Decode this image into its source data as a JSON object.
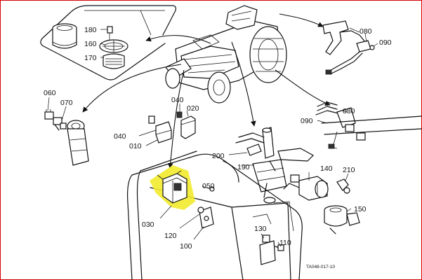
{
  "highlight_color": "#f2ea2c",
  "callouts": {
    "c180": "180",
    "c160": "160",
    "c170": "170",
    "c060": "060",
    "c070": "070",
    "c080_top": "080",
    "c090_top": "090",
    "c040_a": "040",
    "c020": "020",
    "c040_b": "040",
    "c010": "010",
    "c080_right": "080",
    "c090_right": "090",
    "c200": "200",
    "c190": "190",
    "c140": "140",
    "c210": "210",
    "c050": "050",
    "c030": "030",
    "c120": "120",
    "c100": "100",
    "c130": "130",
    "c110": "110",
    "c150": "150"
  },
  "ref_code": "TA048-017-10"
}
